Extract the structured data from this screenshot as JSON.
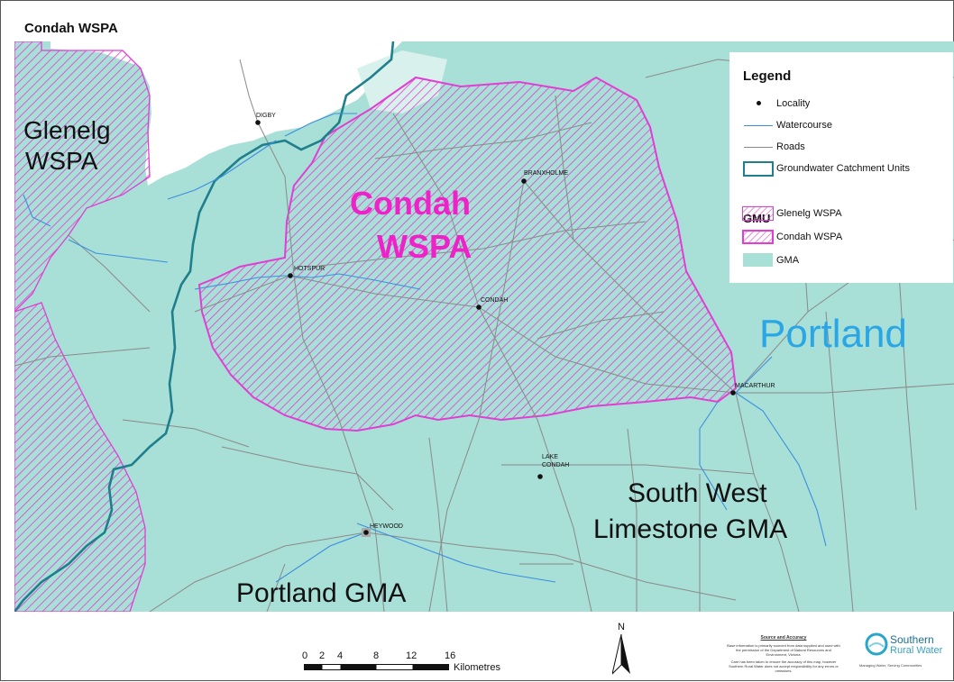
{
  "title": "Condah WSPA",
  "map": {
    "labels": {
      "glenelg": [
        "Glenelg",
        "WSPA"
      ],
      "condah": [
        "Condah",
        "WSPA"
      ],
      "portland": "Portland",
      "south_west": [
        "South West",
        "Limestone GMA"
      ],
      "portland_gma": "Portland GMA"
    },
    "localities": [
      {
        "name": "DIGBY"
      },
      {
        "name": "BRANXHOLME"
      },
      {
        "name": "HOTSPUR"
      },
      {
        "name": "CONDAH"
      },
      {
        "name": "MACARTHUR"
      },
      {
        "name": "LAKE CONDAH"
      },
      {
        "name": "HEYWOOD"
      }
    ],
    "colors": {
      "gma": "#a8dfd6",
      "white_area": "#ffffff",
      "watercourse": "#3b8fe0",
      "roads": "#8a8a8a",
      "gcu_boundary": "#1f7f8c",
      "wspa_boundary": "#e23dd4",
      "condah_label": "#ee22c8",
      "portland_label": "#2aa6e6"
    }
  },
  "legend": {
    "title": "Legend",
    "items": [
      {
        "label": "Locality",
        "symbol": "dot"
      },
      {
        "label": "Watercourse",
        "symbol": "blue-line"
      },
      {
        "label": "Roads",
        "symbol": "grey-line"
      },
      {
        "label": "Groundwater Catchment Units",
        "symbol": "teal-box"
      }
    ],
    "gmu_title": "GMU",
    "gmu_items": [
      {
        "label": "Glenelg WSPA",
        "symbol": "hatch-thin"
      },
      {
        "label": "Condah WSPA",
        "symbol": "hatch-bold"
      },
      {
        "label": "GMA",
        "symbol": "fill"
      }
    ]
  },
  "scale": {
    "ticks": [
      "0",
      "2",
      "4",
      "8",
      "12",
      "16"
    ],
    "unit": "Kilometres"
  },
  "north": "N",
  "source": {
    "heading": "Source and Accuracy",
    "para1": "Base information is primarily sourced from data supplied and used with the permission of the Department of Natural Resources and Environment, Victoria.",
    "para2": "Care has been taken to ensure the accuracy of this map, however Southern Rural Water does not accept responsibility for any errors or omissions."
  },
  "logo": {
    "line1": "Southern",
    "line2": "Rural Water",
    "tagline": "Managing Water, Serving Communities"
  }
}
